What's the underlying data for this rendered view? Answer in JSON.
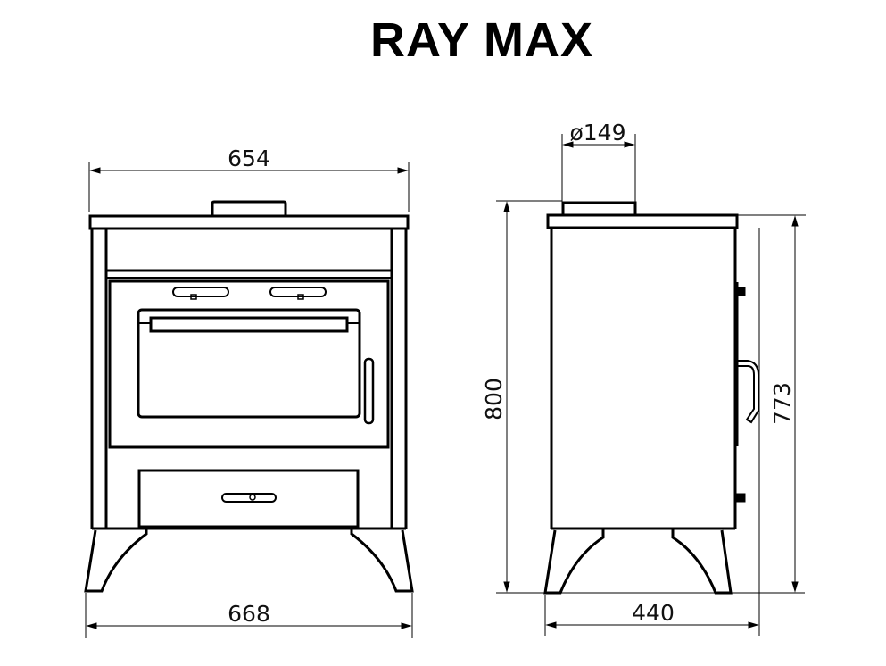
{
  "title": "RAY MAX",
  "front_view": {
    "top_width_label": "654",
    "bottom_width_label": "668"
  },
  "side_view": {
    "flue_diameter_label": "ø149",
    "total_height_label": "800",
    "body_height_label": "773",
    "depth_label": "440"
  },
  "colors": {
    "line": "#000000",
    "background": "#ffffff"
  }
}
